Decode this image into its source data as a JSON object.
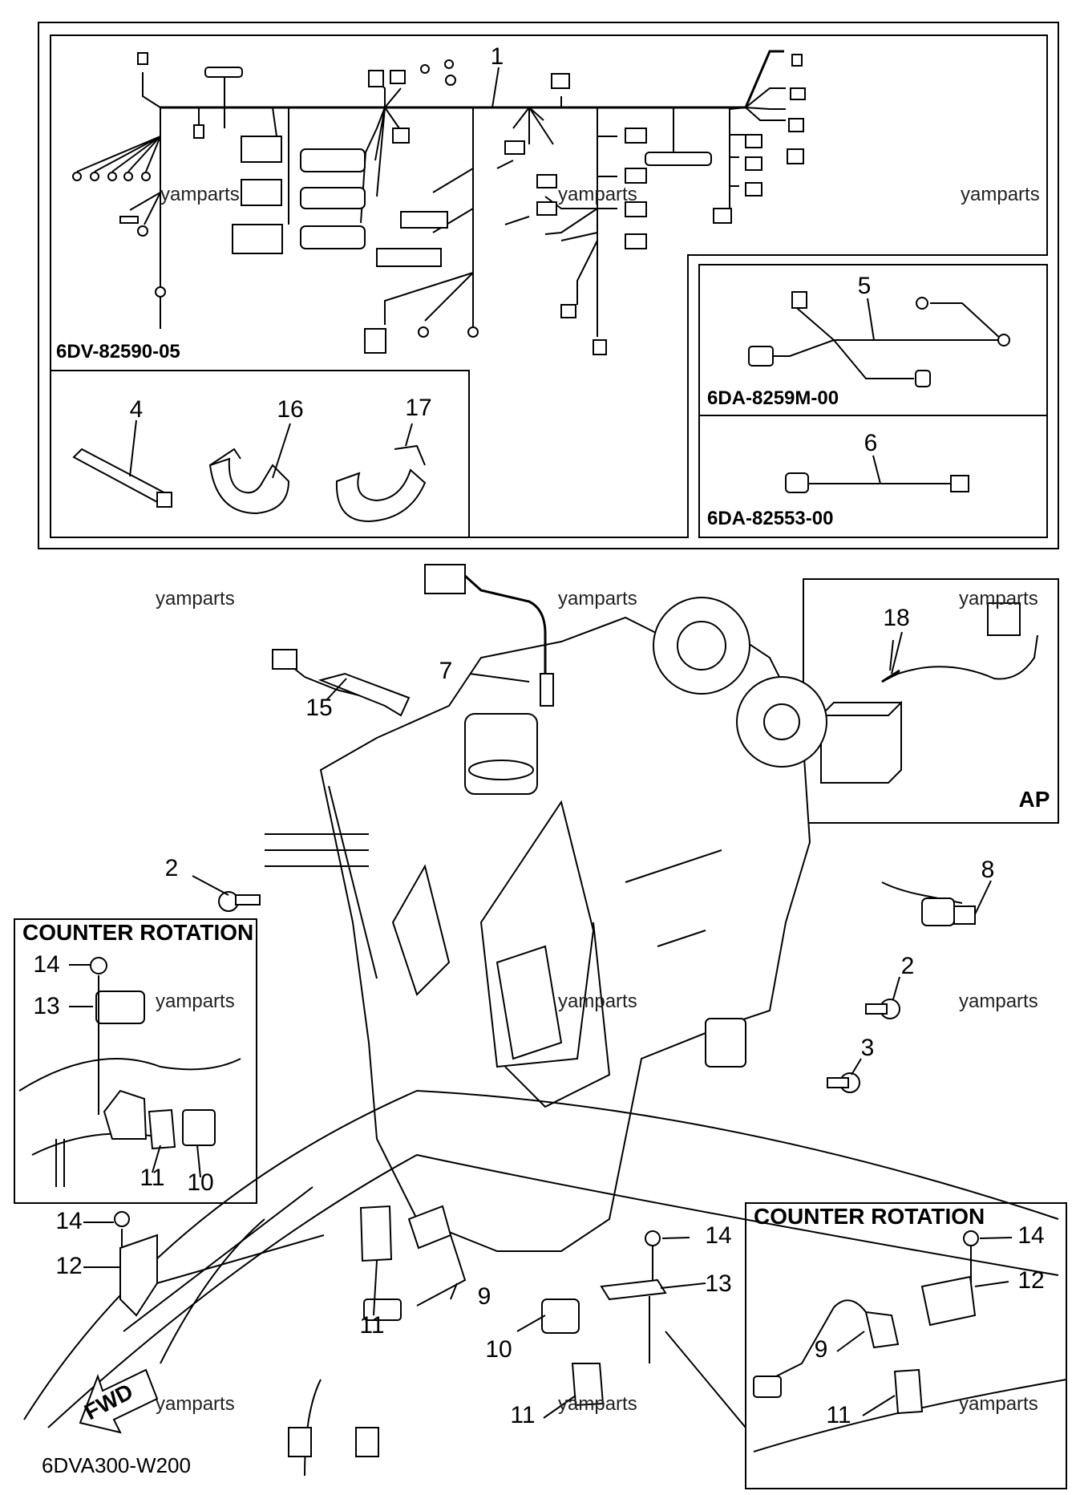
{
  "diagram": {
    "catalog_code": "6DVA300-W200",
    "harness_code": "6DV-82590-05",
    "sub_codes": [
      "6DA-8259M-00",
      "6DA-82553-00"
    ],
    "ap_label": "AP",
    "counter_rotation_label": "COUNTER ROTATION",
    "fwd_label": "FWD",
    "watermark": "yamparts",
    "callouts": {
      "c1": "1",
      "c2a": "2",
      "c2b": "2",
      "c3": "3",
      "c4": "4",
      "c5": "5",
      "c6": "6",
      "c7": "7",
      "c8": "8",
      "c9a": "9",
      "c9b": "9",
      "c10a": "10",
      "c10b": "10",
      "c11a": "11",
      "c11b": "11",
      "c11c": "11",
      "c11d": "11",
      "c12a": "12",
      "c12b": "12",
      "c13a": "13",
      "c13b": "13",
      "c14a": "14",
      "c14b": "14",
      "c14c": "14",
      "c14d": "14",
      "c15": "15",
      "c16": "16",
      "c17": "17",
      "c18": "18"
    }
  }
}
